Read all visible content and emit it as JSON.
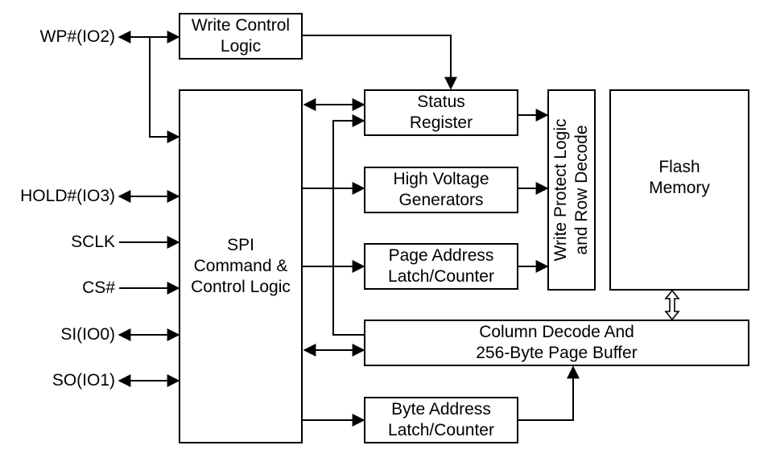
{
  "pins": {
    "wp": "WP#(IO2)",
    "hold": "HOLD#(IO3)",
    "sclk": "SCLK",
    "cs": "CS#",
    "si": "SI(IO0)",
    "so": "SO(IO1)"
  },
  "blocks": {
    "write_control": [
      "Write Control",
      "Logic"
    ],
    "spi": [
      "SPI",
      "Command &",
      "Control Logic"
    ],
    "status_register": [
      "Status",
      "Register"
    ],
    "high_voltage": [
      "High Voltage",
      "Generators"
    ],
    "page_address": [
      "Page Address",
      "Latch/Counter"
    ],
    "write_protect": [
      "Write Protect Logic",
      "and Row Decode"
    ],
    "flash": [
      "Flash",
      "Memory"
    ],
    "column_decode": [
      "Column Decode And",
      "256-Byte Page Buffer"
    ],
    "byte_address": [
      "Byte Address",
      "Latch/Counter"
    ]
  }
}
